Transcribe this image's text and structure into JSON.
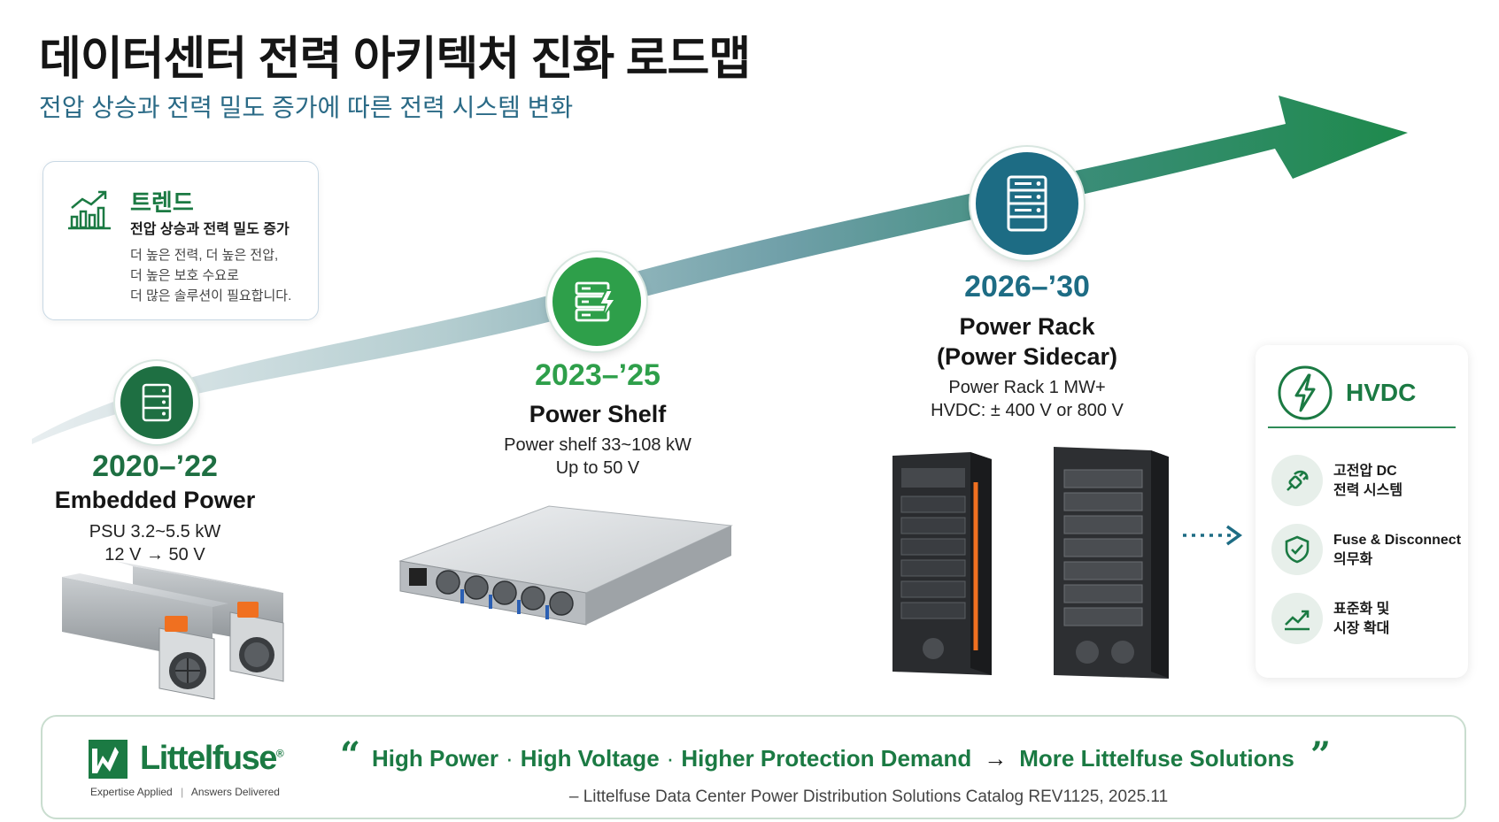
{
  "header": {
    "title": "데이터센터 전력 아키텍처 진화 로드맵",
    "subtitle": "전압 상승과 전력 밀도 증가에 따른 전력 시스템 변화"
  },
  "trend": {
    "icon": "growth-chart-icon",
    "title": "트렌드",
    "subtitle": "전압 상승과 전력 밀도 증가",
    "description": [
      "더 높은 전력, 더 높은 전압,",
      "더 높은 보호 수요로",
      "더 많은 솔루션이 필요합니다."
    ]
  },
  "milestones": [
    {
      "icon": "server-icon",
      "year": "2020–’22",
      "name": "Embedded Power",
      "details": [
        "PSU 3.2~5.5 kW",
        "12 V → 50 V"
      ],
      "color": "#1e6f42"
    },
    {
      "icon": "power-shelf-icon",
      "year": "2023–’25",
      "name": "Power Shelf",
      "details": [
        "Power shelf 33~108 kW",
        "Up to 50 V"
      ],
      "color": "#2e9f4a"
    },
    {
      "icon": "server-rack-icon",
      "year": "2026–’30",
      "name": "Power Rack",
      "name2": "(Power Sidecar)",
      "details": [
        "Power Rack 1 MW+",
        "HVDC: ± 400 V or 800 V"
      ],
      "color": "#1d6c84"
    }
  ],
  "hvdc": {
    "icon": "lightning-icon",
    "title": "HVDC",
    "items": [
      {
        "icon": "plug-icon",
        "lines": [
          "고전압 DC",
          "전력 시스템"
        ]
      },
      {
        "icon": "shield-icon",
        "lines": [
          "Fuse & Disconnect",
          "의무화"
        ]
      },
      {
        "icon": "trend-up-icon",
        "lines": [
          "표준화 및",
          "시장 확대"
        ]
      }
    ]
  },
  "footer": {
    "logo": "Littelfuse",
    "tagline_left": "Expertise Applied",
    "tagline_right": "Answers Delivered",
    "quote_parts": [
      "High Power",
      "High Voltage",
      "Higher Protection Demand"
    ],
    "quote_sep": "·",
    "quote_arrow": "→",
    "quote_result": "More Littelfuse Solutions",
    "open_quote": "“",
    "close_quote": "”",
    "source": "– Littelfuse Data Center Power Distribution Solutions Catalog REV1125, 2025.11"
  },
  "colors": {
    "brand_green": "#1b7a43",
    "teal": "#1d6c84",
    "arrow_green": "#1e8a4c"
  }
}
